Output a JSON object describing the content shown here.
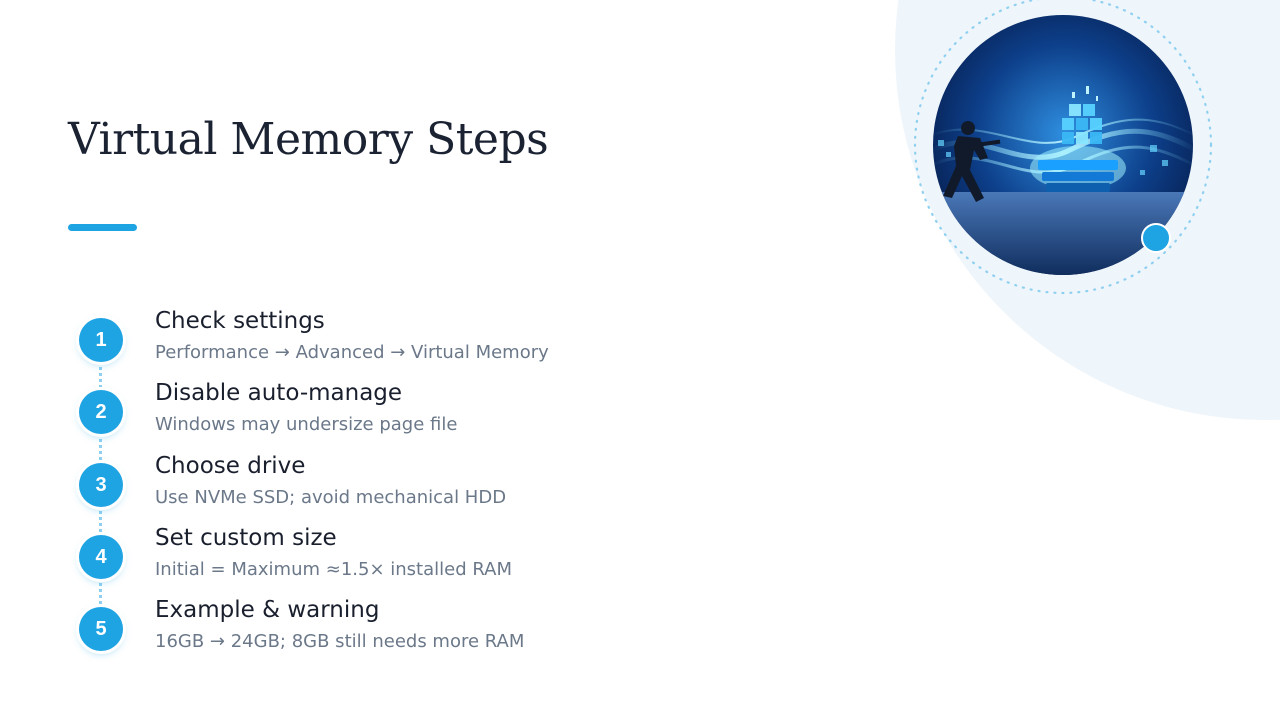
{
  "slide": {
    "title": "Virtual Memory Steps"
  },
  "steps": [
    {
      "number": "1",
      "title": "Check settings",
      "description": "Performance → Advanced → Virtual Memory"
    },
    {
      "number": "2",
      "title": "Disable auto-manage",
      "description": "Windows may undersize page file"
    },
    {
      "number": "3",
      "title": "Choose drive",
      "description": "Use NVMe SSD; avoid mechanical HDD"
    },
    {
      "number": "4",
      "title": "Set custom size",
      "description": "Initial = Maximum ≈1.5× installed RAM"
    },
    {
      "number": "5",
      "title": "Example & warning",
      "description": "16GB → 24GB; 8GB still needs more RAM"
    }
  ],
  "colors": {
    "accent": "#1ea3e3",
    "title_text": "#1b2333",
    "description_text": "#6b7889",
    "background_blob": "#eef5fb"
  },
  "icons": {
    "hero_image": "server-cube-soldier-illustration"
  }
}
